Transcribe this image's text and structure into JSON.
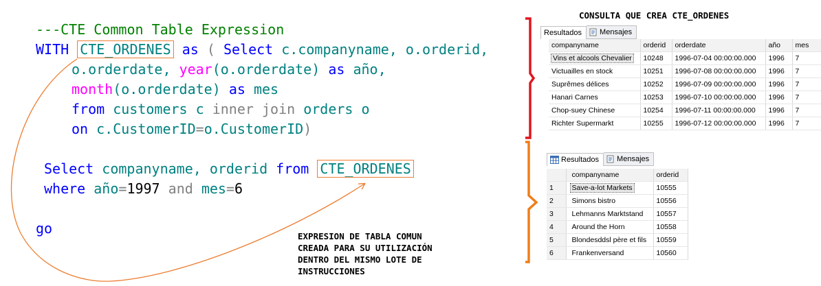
{
  "code": {
    "comment": "---CTE Common Table Expression",
    "line1": {
      "with": "WITH",
      "cte": "CTE_ORDENES",
      "as": "as",
      "paren": "(",
      "select": "Select",
      "cols": "c.companyname, o.orderid,"
    },
    "line2": {
      "a": "o.orderdate,",
      "year": "year",
      "b": "(o.orderdate)",
      "as": "as",
      "c": "año,"
    },
    "line3": {
      "month": "month",
      "b": "(o.orderdate)",
      "as": "as",
      "c": "mes"
    },
    "line4": {
      "from": "from",
      "a": "customers c",
      "inner": "inner",
      "join": "join",
      "b": "orders o"
    },
    "line5": {
      "on": "on",
      "a": "c.CustomerID",
      "eq": "=",
      "b": "o.CustomerID",
      "close": ")"
    },
    "line6": {
      "select": "Select",
      "a": "companyname, orderid",
      "from": "from",
      "cte": "CTE_ORDENES"
    },
    "line7": {
      "where": "where",
      "a": "año",
      "eq1": "=",
      "n1": "1997",
      "and": "and",
      "b": "mes",
      "eq2": "=",
      "n2": "6"
    },
    "go": "go"
  },
  "labels": {
    "top": "CONSULTA QUE CREA CTE_ORDENES",
    "annotation": [
      "EXPRESION DE TABLA COMUN",
      "CREADA PARA SU UTILIZACIÓN",
      "DENTRO DEL MISMO LOTE DE",
      "INSTRUCCIONES"
    ]
  },
  "colors": {
    "top_bracket": "#e0161e",
    "bottom_bracket": "#f07d19",
    "arrow": "#ed7d31"
  },
  "result1": {
    "tabs": [
      "Resultados",
      "Mensajes"
    ],
    "columns": [
      "companyname",
      "orderid",
      "orderdate",
      "año",
      "mes"
    ],
    "rows": [
      [
        "Vins et alcools Chevalier",
        "10248",
        "1996-07-04 00:00:00.000",
        "1996",
        "7"
      ],
      [
        "Victuailles en stock",
        "10251",
        "1996-07-08 00:00:00.000",
        "1996",
        "7"
      ],
      [
        "Suprêmes délices",
        "10252",
        "1996-07-09 00:00:00.000",
        "1996",
        "7"
      ],
      [
        "Hanari Carnes",
        "10253",
        "1996-07-10 00:00:00.000",
        "1996",
        "7"
      ],
      [
        "Chop-suey Chinese",
        "10254",
        "1996-07-11 00:00:00.000",
        "1996",
        "7"
      ],
      [
        "Richter Supermarkt",
        "10255",
        "1996-07-12 00:00:00.000",
        "1996",
        "7"
      ]
    ]
  },
  "result2": {
    "tabs": [
      "Resultados",
      "Mensajes"
    ],
    "columns": [
      "companyname",
      "orderid"
    ],
    "rows": [
      [
        "1",
        "Save-a-lot Markets",
        "10555"
      ],
      [
        "2",
        "Simons bistro",
        "10556"
      ],
      [
        "3",
        "Lehmanns Marktstand",
        "10557"
      ],
      [
        "4",
        "Around the Horn",
        "10558"
      ],
      [
        "5",
        "Blondesddsl père et fils",
        "10559"
      ],
      [
        "6",
        "Frankenversand",
        "10560"
      ]
    ]
  }
}
